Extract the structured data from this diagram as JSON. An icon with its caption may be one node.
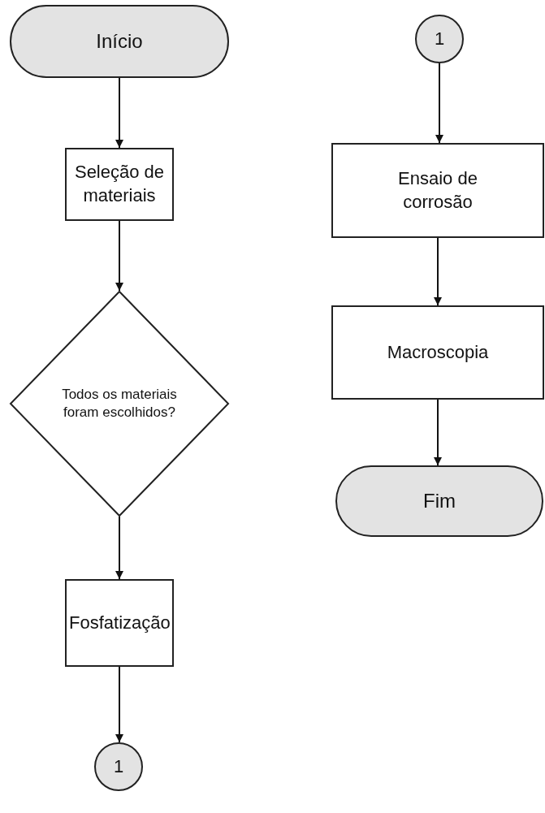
{
  "diagram": {
    "nodes": [
      {
        "text": [
          "Início"
        ]
      },
      {
        "text": [
          "Seleção de materiais"
        ]
      },
      {
        "text": [
          "Todos os materiais foram escolhidos?"
        ]
      },
      {
        "text": [
          "Fosfatização"
        ]
      },
      {
        "text": [
          "1"
        ]
      },
      {
        "text": [
          "1"
        ]
      },
      {
        "text": [
          "Ensaio de corrosão"
        ]
      },
      {
        "text": [
          "Macroscopia"
        ]
      },
      {
        "text": [
          "Fim"
        ]
      }
    ],
    "edges": [
      {
        "from": 0,
        "to": 1,
        "arrow": "to"
      },
      {
        "from": 1,
        "to": 2,
        "arrow": "to"
      },
      {
        "from": 2,
        "to": 3,
        "arrow": "to"
      },
      {
        "from": 3,
        "to": 4,
        "arrow": "to"
      },
      {
        "from": 5,
        "to": 6,
        "arrow": "to"
      },
      {
        "from": 6,
        "to": 7,
        "arrow": "to"
      },
      {
        "from": 7,
        "to": 8,
        "arrow": "to"
      }
    ]
  }
}
